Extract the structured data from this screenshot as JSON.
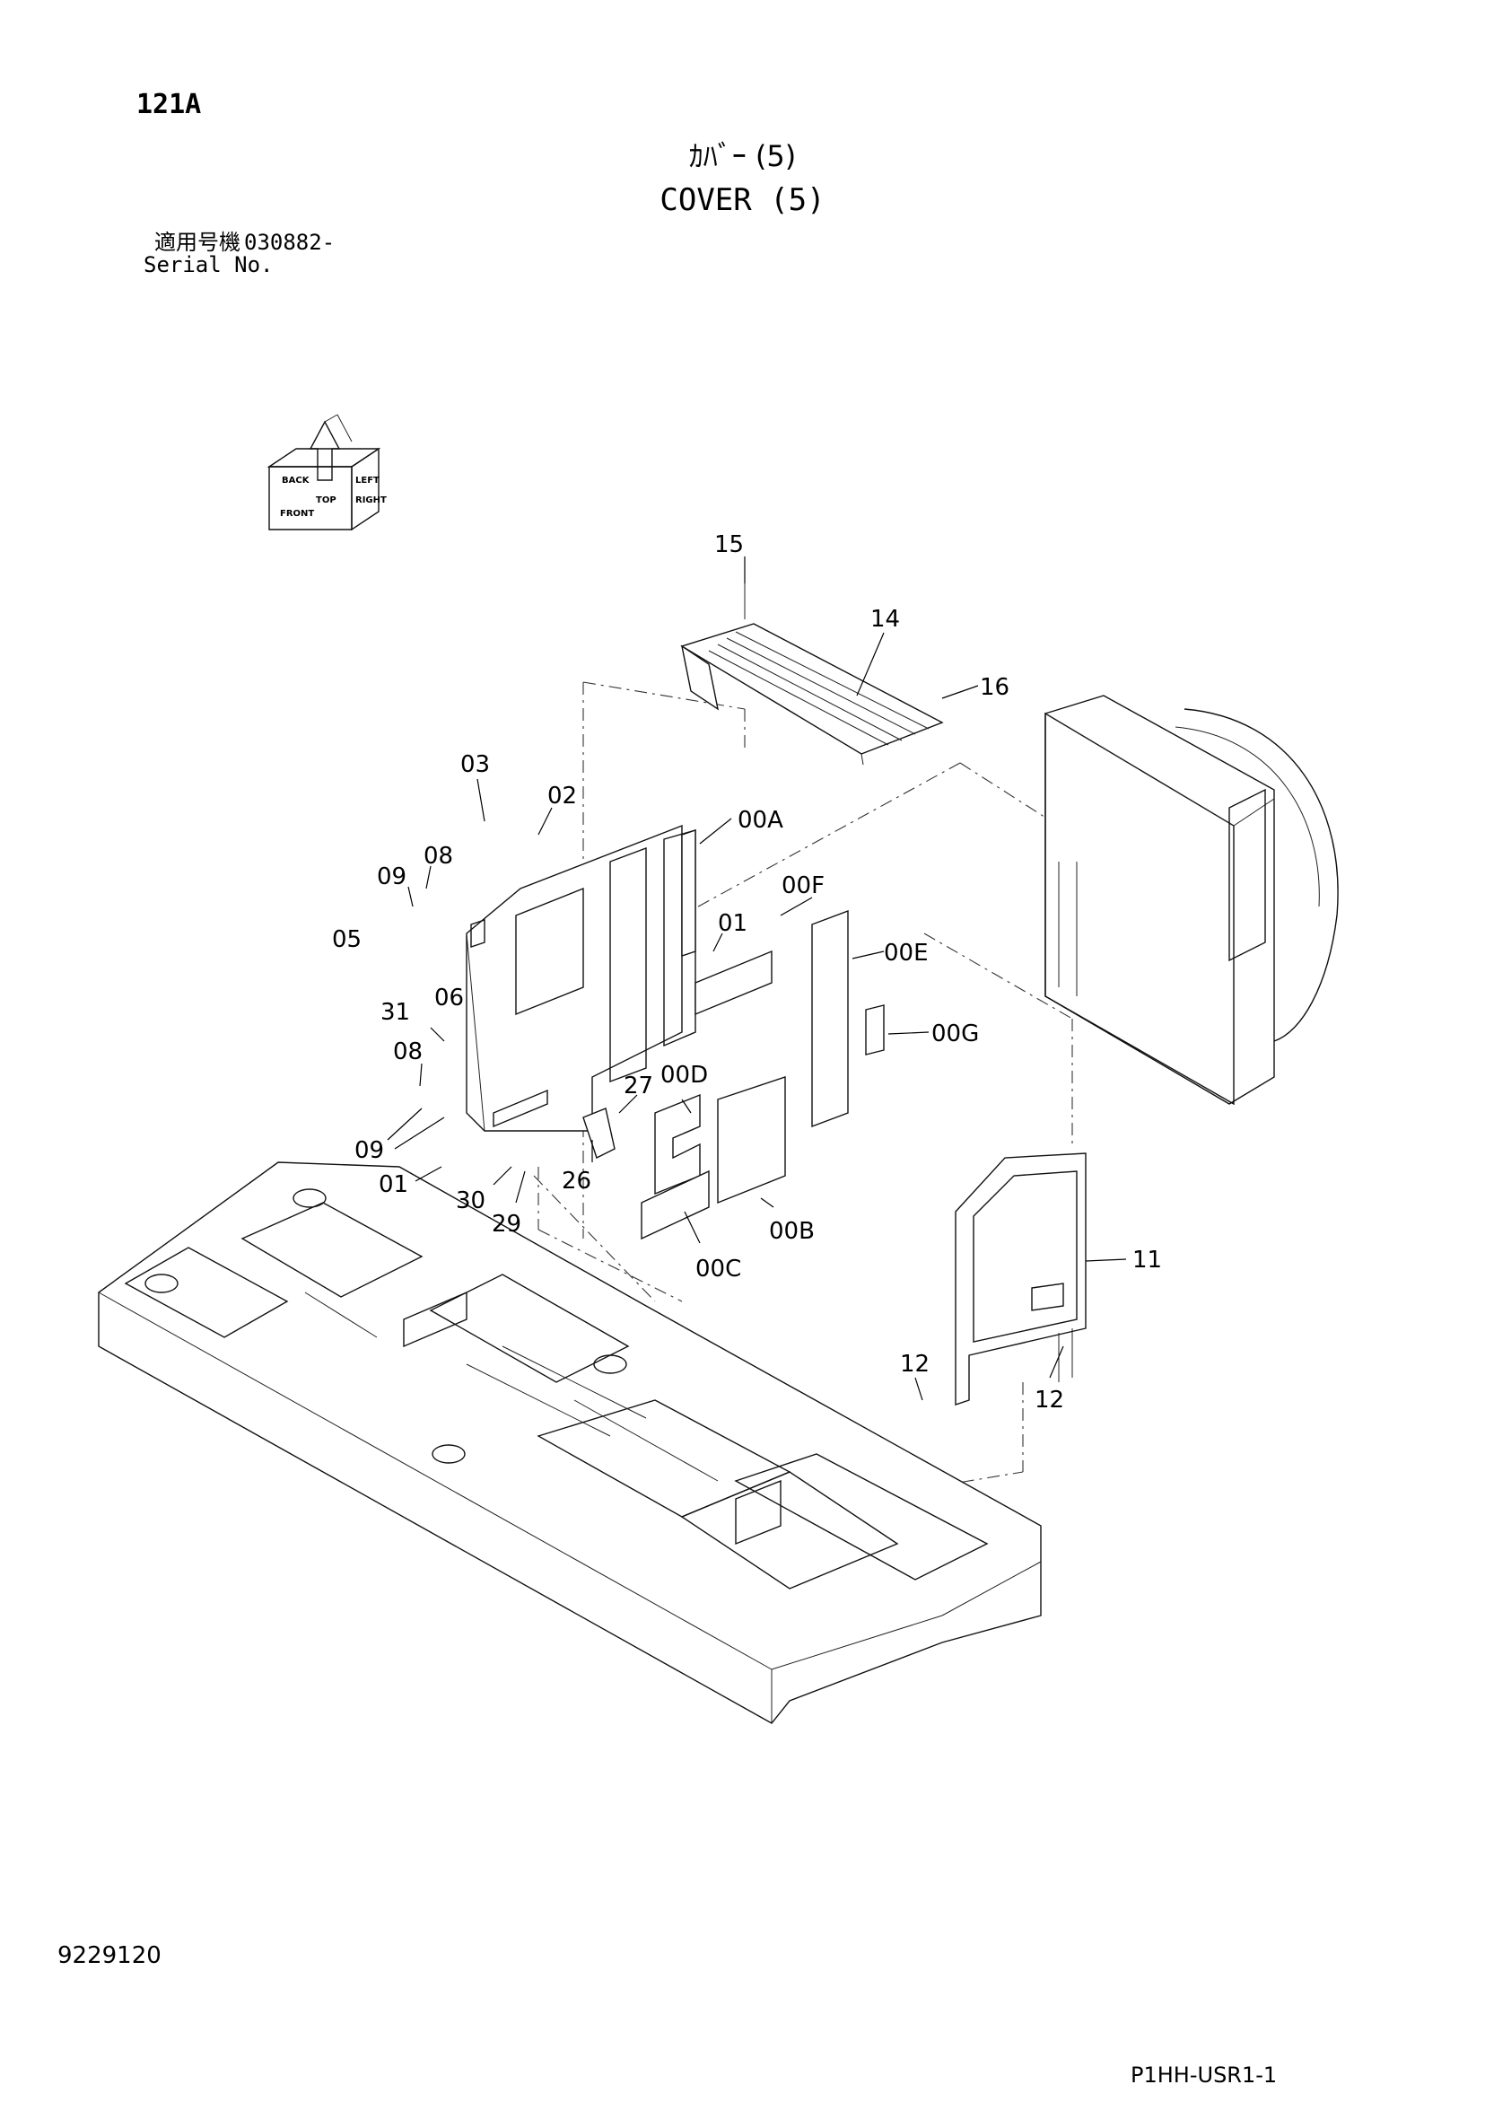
{
  "page_code": "121A",
  "title_jp": "ｶﾊﾞｰ (5)",
  "title_en": "COVER (5)",
  "serial_label_jp": "適用号機",
  "serial_value": "030882-",
  "serial_label_en": "Serial No.",
  "orientation_icon": {
    "labels": [
      "FRONT",
      "TOP",
      "RIGHT",
      "BACK",
      "LEFT"
    ]
  },
  "callouts": {
    "c15": "15",
    "c14": "14",
    "c16": "16",
    "c03": "03",
    "c02": "02",
    "c00A": "00A",
    "c09a": "09",
    "c08a": "08",
    "c00F": "00F",
    "c05": "05",
    "c06": "06",
    "c01a": "01",
    "c00E": "00E",
    "c31": "31",
    "c08b": "08",
    "c00G": "00G",
    "c27": "27",
    "c00D": "00D",
    "c09b": "09",
    "c01b": "01",
    "c26": "26",
    "c30": "30",
    "c29": "29",
    "c00B": "00B",
    "c00C": "00C",
    "c11": "11",
    "c12a": "12",
    "c12b": "12"
  },
  "doc_number": "9229120",
  "page_ref": "P1HH-USR1-1"
}
